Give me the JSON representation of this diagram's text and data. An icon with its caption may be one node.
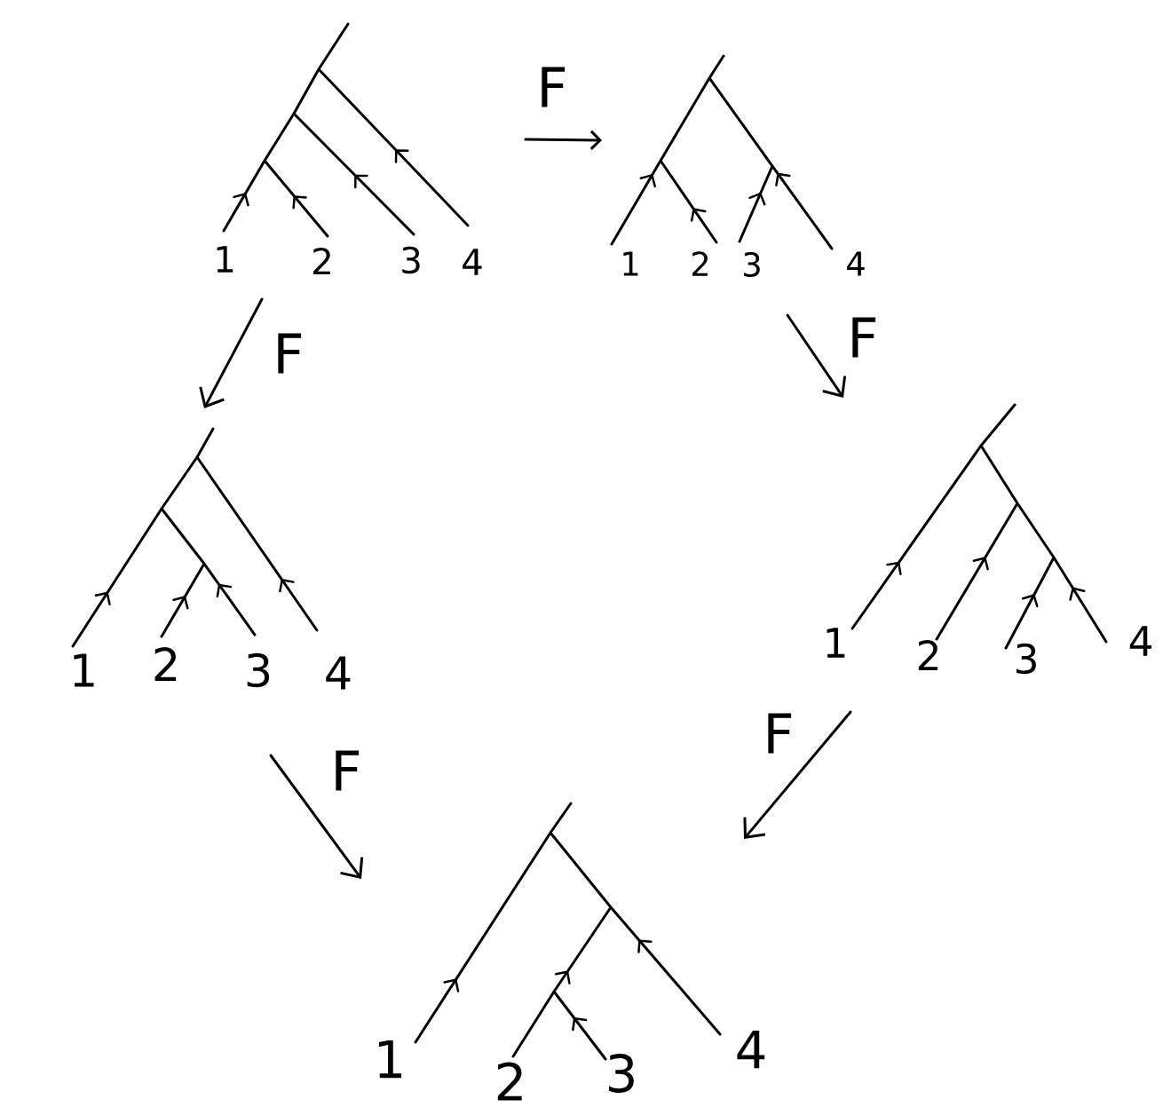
{
  "diagram": {
    "nodes": [
      {
        "text": [
          "1",
          "2",
          "3",
          "4"
        ]
      },
      {
        "text": [
          "1",
          "2",
          "3",
          "4"
        ]
      },
      {
        "text": [
          "1",
          "2",
          "3",
          "4"
        ]
      },
      {
        "text": [
          "1",
          "2",
          "3",
          "4"
        ]
      },
      {
        "text": [
          "1",
          "2",
          "3",
          "4"
        ]
      }
    ],
    "edges": [
      {
        "from": 0,
        "to": 1,
        "arrow": "to",
        "label": "F"
      },
      {
        "from": 0,
        "to": 2,
        "arrow": "to",
        "label": "F"
      },
      {
        "from": 1,
        "to": 3,
        "arrow": "to",
        "label": "F"
      },
      {
        "from": 2,
        "to": 4,
        "arrow": "to",
        "label": "F"
      },
      {
        "from": 3,
        "to": 4,
        "arrow": "to",
        "label": "F"
      }
    ]
  }
}
